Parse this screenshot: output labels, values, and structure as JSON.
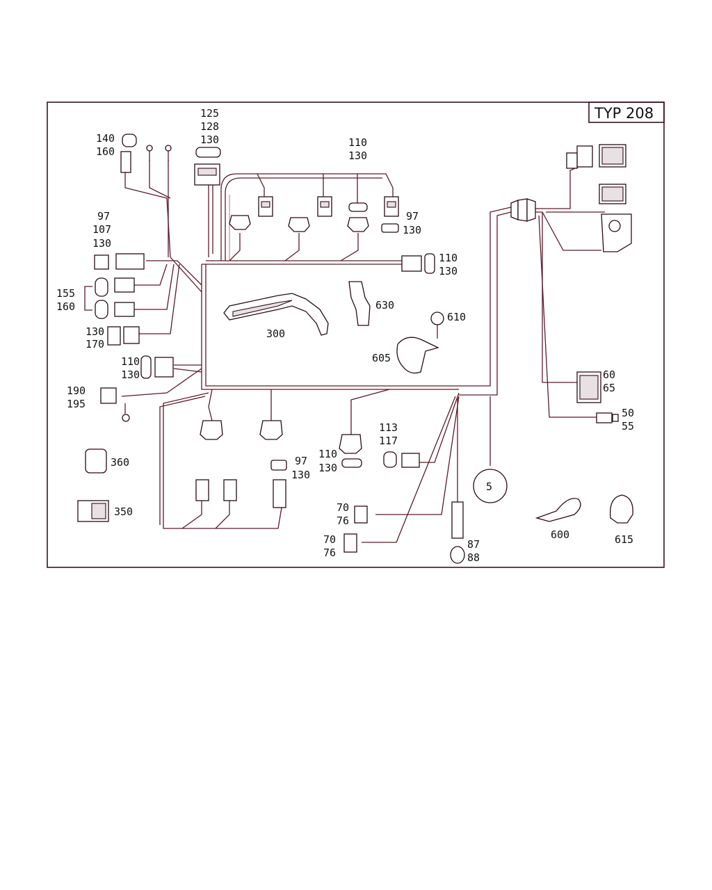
{
  "title": "TYP 208",
  "labels": {
    "l140": "140",
    "l160a": "160",
    "l125": "125",
    "l128": "128",
    "l130a": "130",
    "l110a": "110",
    "l130b": "130",
    "l97a": "97",
    "l130c": "130",
    "l97b": "97",
    "l107": "107",
    "l130d": "130",
    "l110b": "110",
    "l130e": "130",
    "l155": "155",
    "l160b": "160",
    "l130f": "130",
    "l170": "170",
    "l110c": "110",
    "l130g": "130",
    "l190": "190",
    "l195": "195",
    "l300": "300",
    "l630": "630",
    "l610": "610",
    "l605": "605",
    "l60": "60",
    "l65": "65",
    "l50": "50",
    "l55": "55",
    "l113": "113",
    "l117": "117",
    "l110d": "110",
    "l130h": "130",
    "l97c": "97",
    "l130i": "130",
    "l360": "360",
    "l350": "350",
    "l70a": "70",
    "l76a": "76",
    "l70b": "70",
    "l76b": "76",
    "l87": "87",
    "l88": "88",
    "l5": "5",
    "l600": "600",
    "l615": "615"
  }
}
